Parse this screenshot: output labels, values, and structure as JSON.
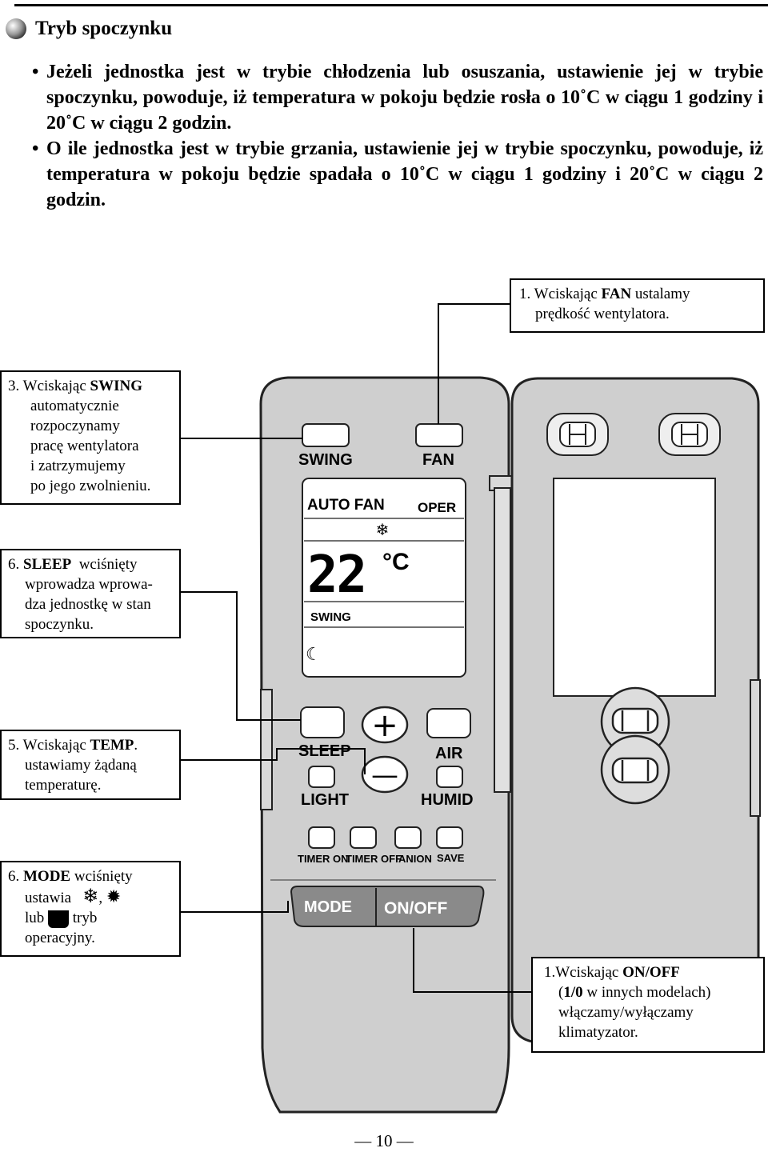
{
  "section": {
    "title": "Tryb spoczynku",
    "para1": "Jeżeli jednostka jest w trybie chłodzenia lub osuszania, ustawienie jej w trybie spoczynku, powoduje, iż temperatura w pokoju będzie rosła o 10˚C w ciągu 1 godziny i 20˚C w ciągu 2 godzin.",
    "para2": "O ile jednostka jest w trybie grzania, ustawienie jej w trybie spoczynku, powoduje, iż temperatura w pokoju będzie spadała o 10˚C w ciągu 1 godziny i 20˚C w ciągu 2 godzin.",
    "bullet": "•"
  },
  "callouts": {
    "fan": {
      "num": "1. Wciskając ",
      "key": "FAN",
      "rest": " ustalamy",
      "line2": "prędkość wentylatora."
    },
    "swing": {
      "num": "3. Wciskając ",
      "key": "SWING",
      "l2": "automatycznie",
      "l3": "rozpoczynamy",
      "l4": "pracę wentylatora",
      "l5": "i zatrzymujemy",
      "l6": "po jego zwolnieniu."
    },
    "sleep": {
      "num": "6. ",
      "key": "SLEEP",
      "rest": "  wciśnięty",
      "l2": "wprowadza wprowa-",
      "l3": "dza jednostkę w stan",
      "l4": "spoczynku."
    },
    "temp": {
      "num": "5. Wciskając ",
      "key": "TEMP",
      "rest": ".",
      "l2": "ustawiamy żądaną",
      "l3": "temperaturę."
    },
    "mode": {
      "num": "6. ",
      "key": "MODE",
      "rest": " wciśnięty",
      "l2a": "ustawia",
      "l2b": ",",
      "l3a": "lub",
      "l3b": "tryb",
      "l4": "operacyjny."
    },
    "onoff": {
      "num": "1.Wciskając ",
      "key": "ON/OFF",
      "l2a": "(",
      "l2key": "1/0",
      "l2b": " w innych modelach)",
      "l3": "włączamy/wyłączamy",
      "l4": "klimatyzator."
    }
  },
  "remote": {
    "btn_swing": "SWING",
    "btn_fan": "FAN",
    "lcd_auto_fan": "AUTO FAN",
    "lcd_oper": "OPER",
    "lcd_temp": "22",
    "lcd_unit": "°C",
    "lcd_swing": "SWING",
    "btn_sleep": "SLEEP",
    "btn_air": "AIR",
    "btn_light": "LIGHT",
    "btn_humid": "HUMID",
    "btn_timer_on": "TIMER ON",
    "btn_timer_off": "TIMER OFF",
    "btn_anion": "ANION",
    "btn_save": "SAVE",
    "btn_mode": "MODE",
    "btn_onoff": "ON/OFF",
    "btn_plus": "+",
    "btn_minus": "—"
  },
  "page_number": "— 10 —"
}
